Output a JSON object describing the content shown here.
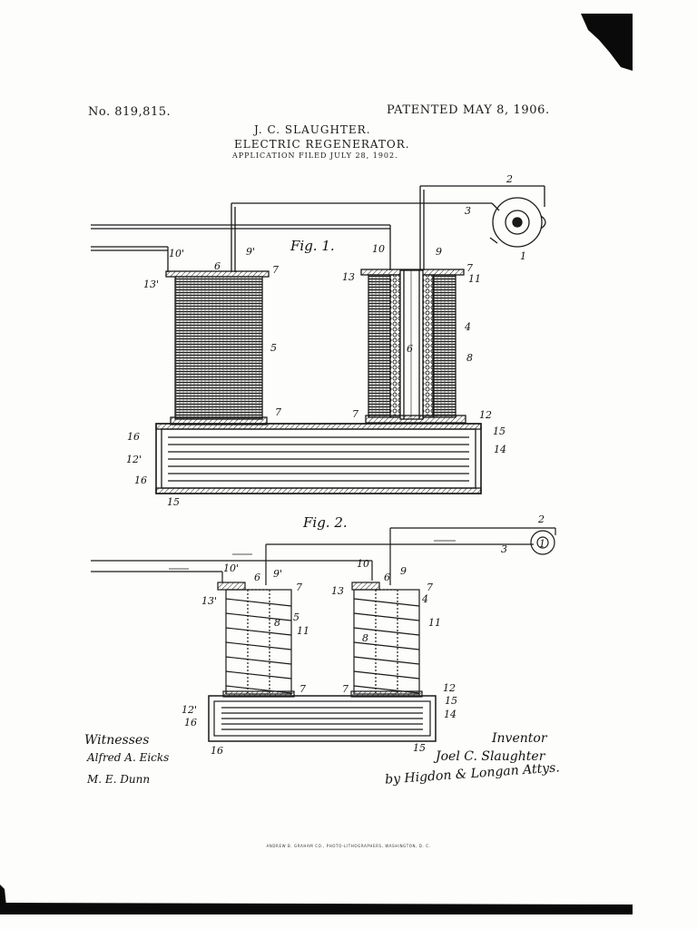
{
  "header": {
    "patent_number": "No. 819,815.",
    "patented_date": "PATENTED MAY 8, 1906.",
    "inventor": "J. C. SLAUGHTER.",
    "title": "ELECTRIC REGENERATOR.",
    "application": "APPLICATION FILED JULY 28, 1902."
  },
  "figures": {
    "fig1_label": "Fig. 1.",
    "fig2_label": "Fig. 2.",
    "fig1_refs": [
      "2",
      "3",
      "1",
      "10'",
      "9'",
      "10",
      "9",
      "6",
      "7",
      "13'",
      "13",
      "7",
      "11",
      "5",
      "6",
      "4",
      "8",
      "7",
      "7",
      "12",
      "16",
      "15",
      "12'",
      "14",
      "16",
      "15"
    ],
    "fig2_refs": [
      "2",
      "1",
      "3",
      "10'",
      "6",
      "9'",
      "7",
      "10",
      "6",
      "9",
      "7",
      "13'",
      "13",
      "4",
      "8",
      "5",
      "11",
      "11",
      "8",
      "7",
      "7",
      "12",
      "12'",
      "15",
      "14",
      "16",
      "16",
      "15"
    ]
  },
  "signatures": {
    "witnesses_label": "Witnesses",
    "witness_1": "Alfred A. Eicks",
    "witness_2": "M. E. Dunn",
    "inventor_label": "Inventor",
    "inventor_signature": "Joel C. Slaughter",
    "attorneys": "by Higdon & Longan Attys."
  },
  "footer": {
    "printer": "ANDREW B. GRAHAM CO., PHOTO-LITHOGRAPHERS, WASHINGTON, D. C."
  }
}
